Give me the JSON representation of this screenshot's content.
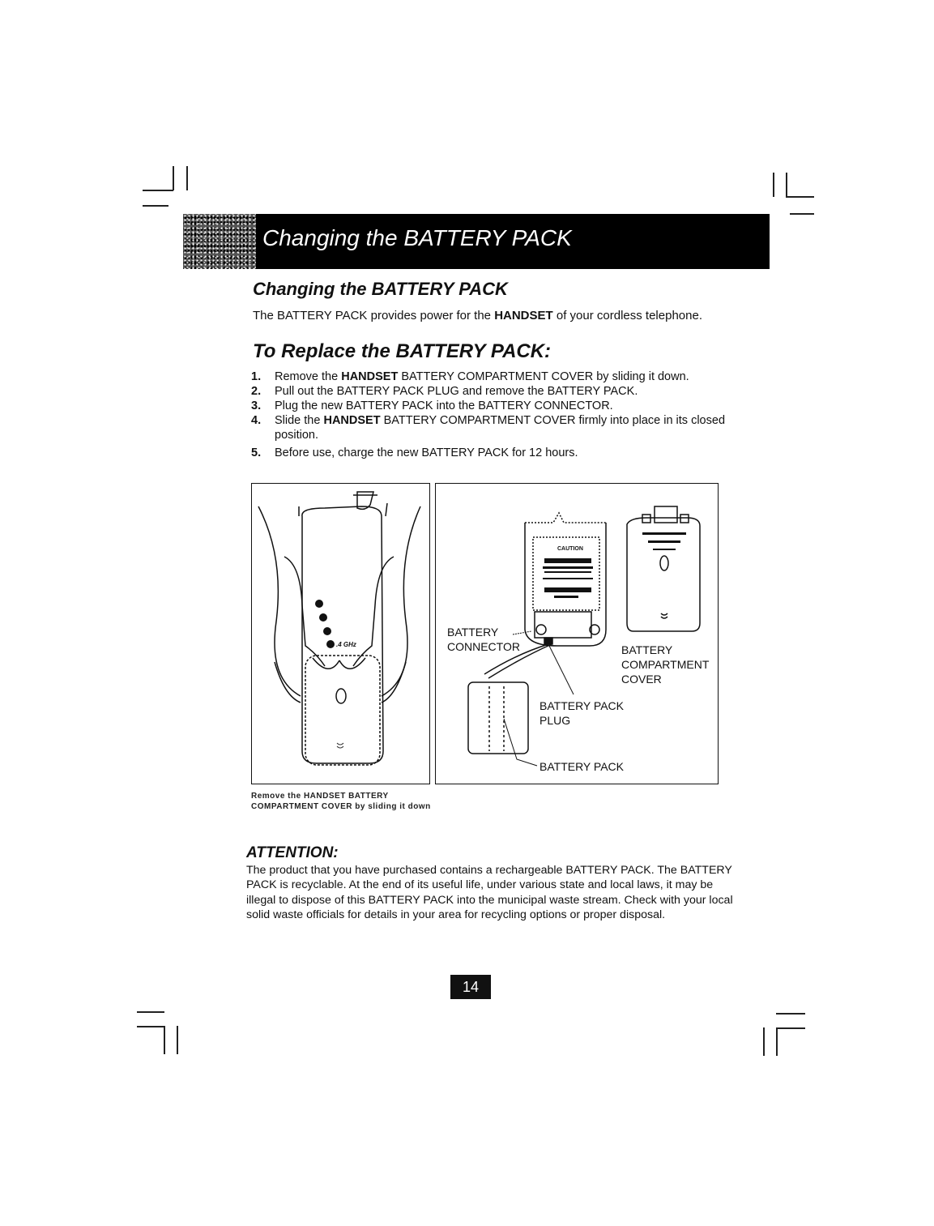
{
  "banner": {
    "title": "Changing the BATTERY PACK"
  },
  "section1": {
    "heading": "Changing  the BATTERY PACK",
    "intro_prefix": "The BATTERY PACK provides power for the ",
    "intro_bold": "HANDSET",
    "intro_suffix": " of your cordless telephone."
  },
  "section2": {
    "heading": "To Replace the BATTERY PACK:",
    "steps": [
      {
        "num": "1.",
        "a": "Remove the ",
        "b": "HANDSET",
        "c": " BATTERY COMPARTMENT COVER by sliding it down."
      },
      {
        "num": "2.",
        "a": "Pull out the BATTERY PACK PLUG and remove the BATTERY PACK.",
        "b": "",
        "c": ""
      },
      {
        "num": "3.",
        "a": "Plug the new BATTERY PACK into the BATTERY CONNECTOR.",
        "b": "",
        "c": ""
      },
      {
        "num": "4.",
        "a": "Slide the ",
        "b": "HANDSET",
        "c": " BATTERY COMPARTMENT COVER firmly into place in its closed position."
      },
      {
        "num": "5.",
        "a": "Before use, charge the new BATTERY PACK for 12 hours.",
        "b": "",
        "c": ""
      }
    ]
  },
  "figure": {
    "handset_marking": ".4 GHz",
    "label_connector_1": "BATTERY",
    "label_connector_2": "CONNECTOR",
    "label_cover_1": "BATTERY",
    "label_cover_2": "COMPARTMENT",
    "label_cover_3": "COVER",
    "label_plug_1": "BATTERY PACK",
    "label_plug_2": "PLUG",
    "label_pack": "BATTERY PACK",
    "caution_text": "CAUTION"
  },
  "caption": {
    "line1": "Remove the HANDSET BATTERY",
    "line2": "COMPARTMENT COVER by sliding it down"
  },
  "attention": {
    "heading": "ATTENTION:",
    "body": "The product that you have purchased contains a rechargeable BATTERY PACK. The BATTERY PACK is recyclable. At the end of its useful life, under various state and local laws, it may be illegal to dispose of this BATTERY PACK into the municipal waste stream. Check with your local solid waste officials for details in your area for recycling options or proper disposal."
  },
  "page": {
    "number": "14"
  }
}
